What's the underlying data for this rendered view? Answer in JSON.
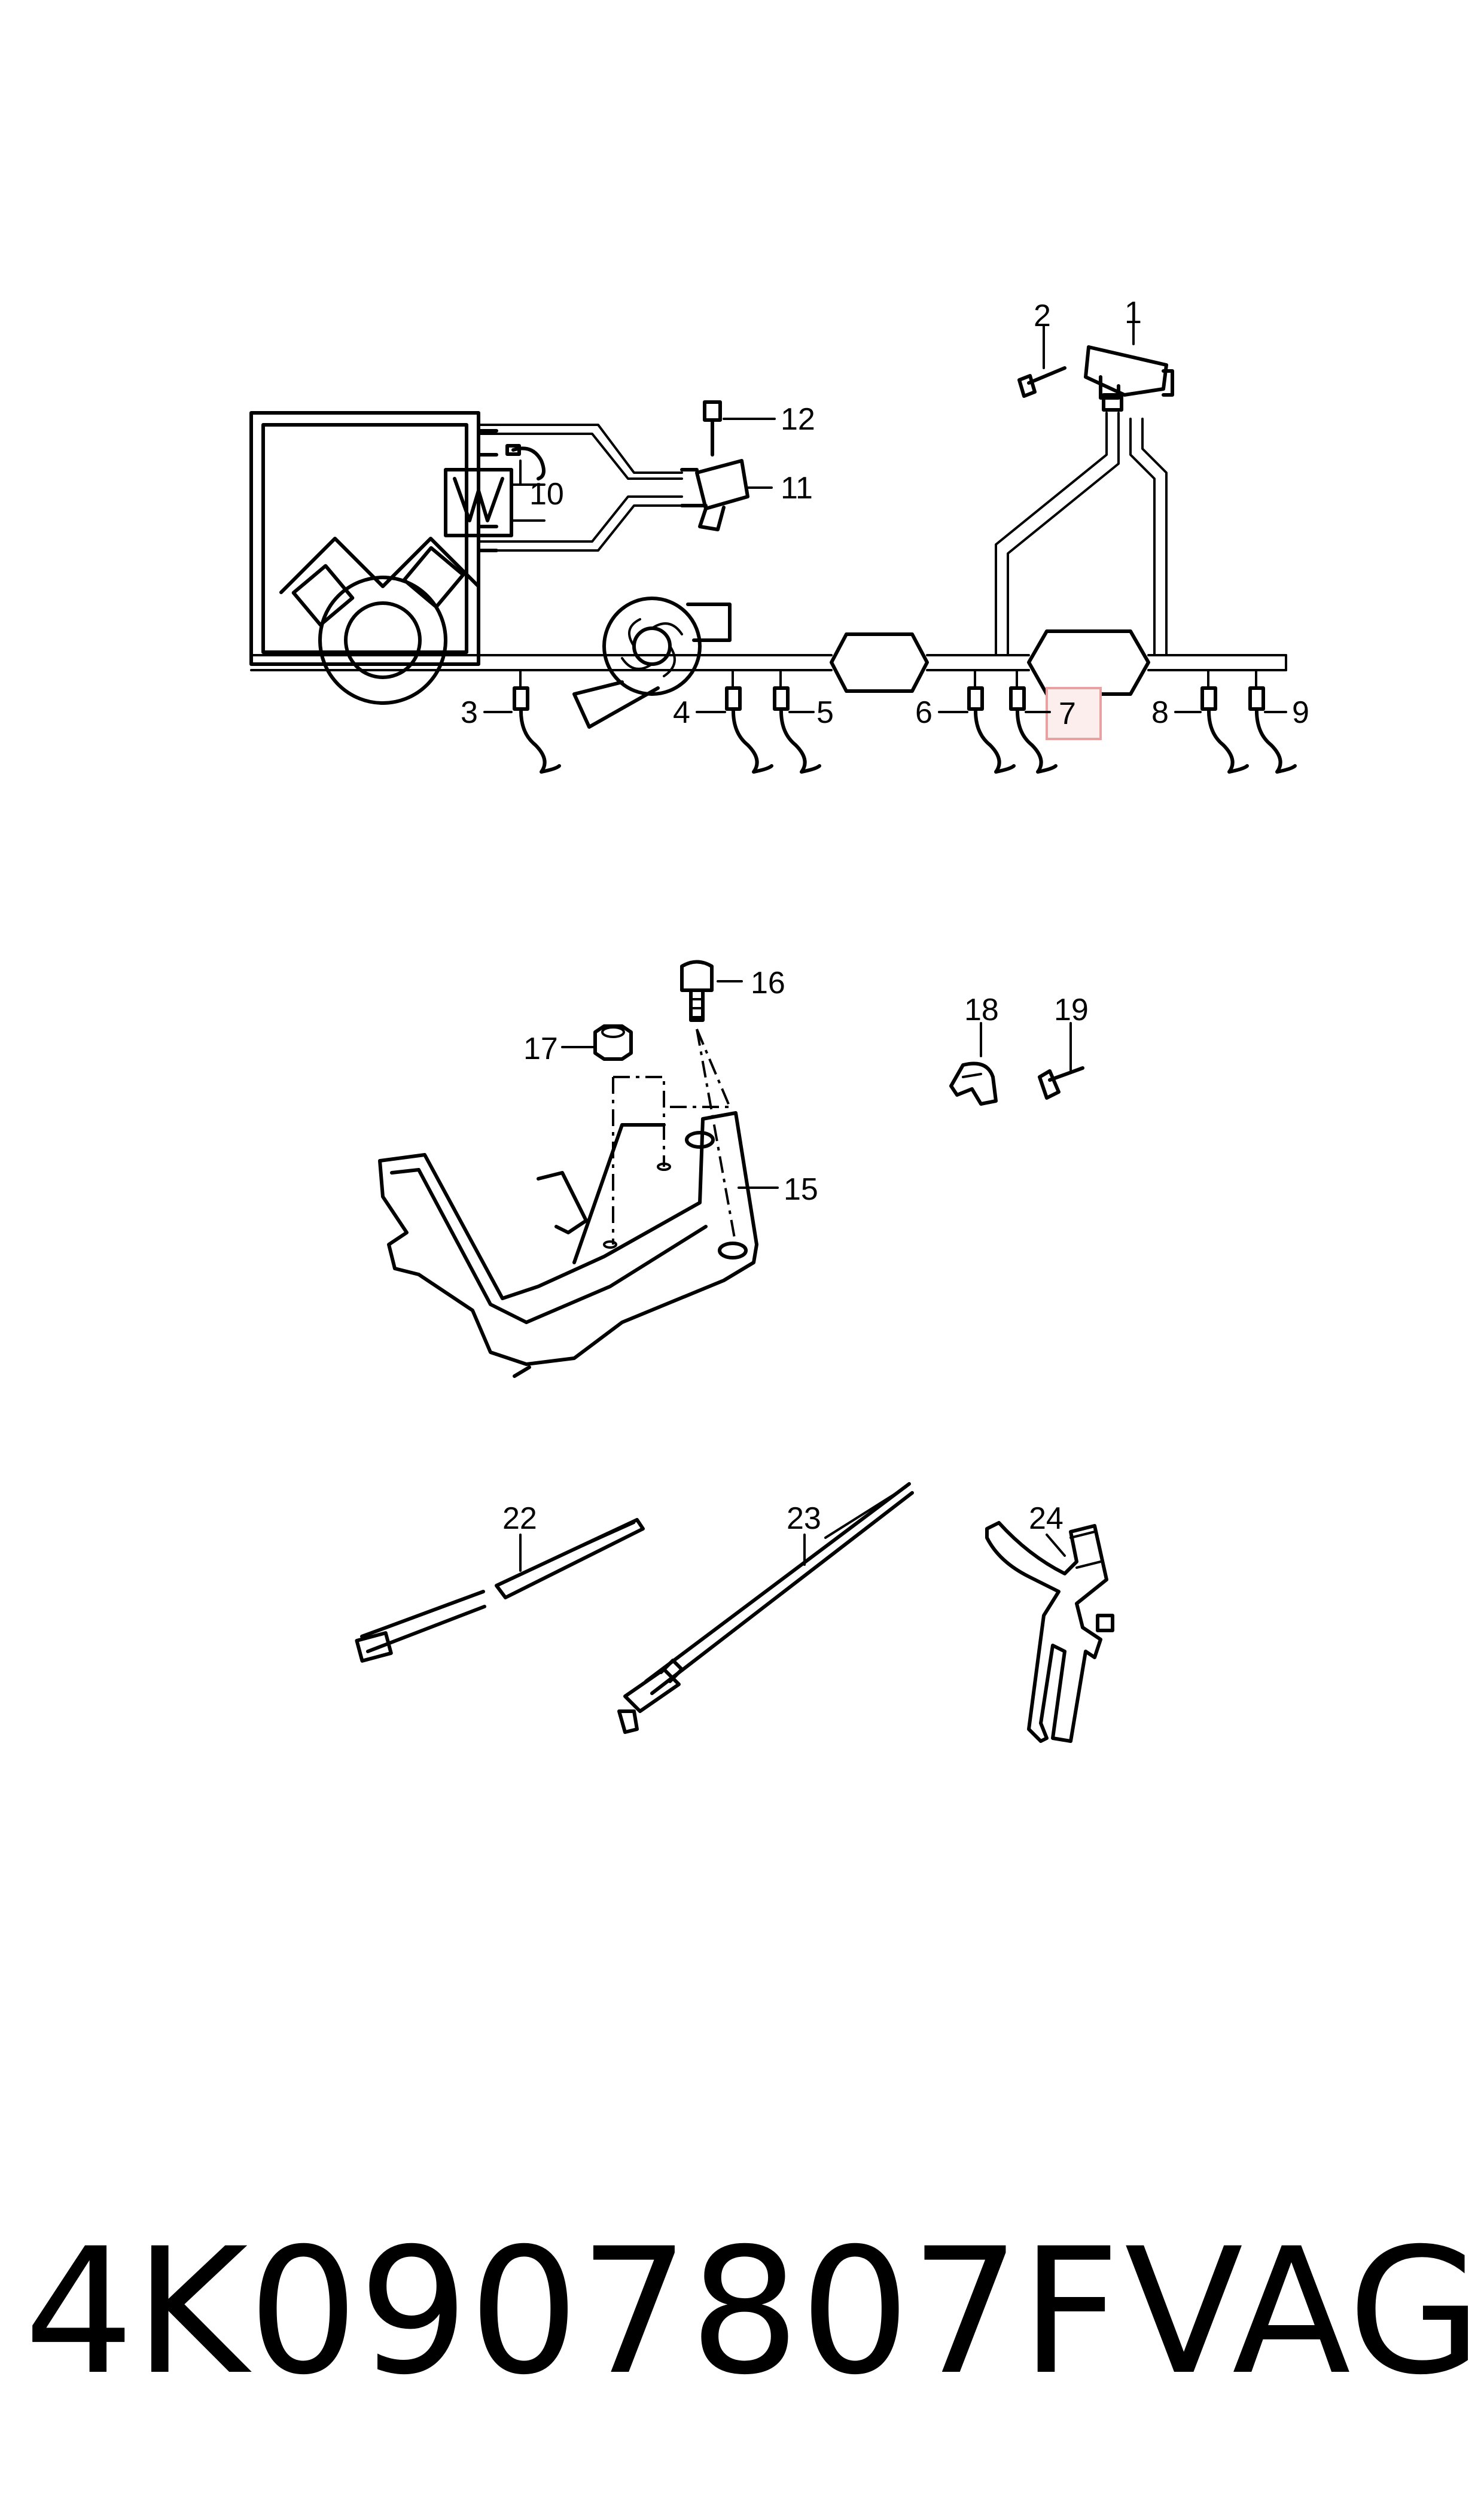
{
  "callouts": {
    "c1": "1",
    "c2": "2",
    "c3": "3",
    "c4": "4",
    "c5": "5",
    "c6": "6",
    "c7": "7",
    "c8": "8",
    "c9": "9",
    "c10": "10",
    "c11": "11",
    "c12": "12",
    "c15": "15",
    "c16": "16",
    "c17": "17",
    "c18": "18",
    "c19": "19",
    "c22": "22",
    "c23": "23",
    "c24": "24"
  },
  "highlight": {
    "callout": "7",
    "color": "#e8a0a0",
    "fill": "#fdeeee"
  },
  "footer": {
    "part_number": "4K0907807F",
    "brand": "VAG"
  }
}
